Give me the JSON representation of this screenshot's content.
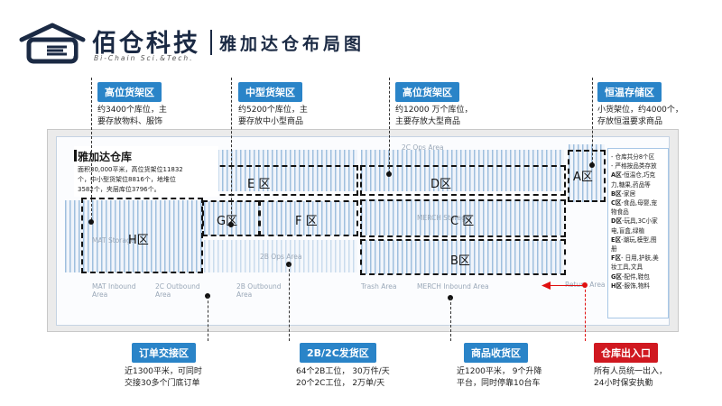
{
  "header": {
    "brand_name": "佰仓科技",
    "brand_sub": "Bi-Chain Sci.&Tech.",
    "page_title": "雅加达仓布局图"
  },
  "top_callouts": [
    {
      "title": "高位货架区",
      "lines": [
        "约3400个库位，主",
        "要存放物料、服饰"
      ]
    },
    {
      "title": "中型货架区",
      "lines": [
        "约5200个库位，主",
        "要存放中小型商品"
      ]
    },
    {
      "title": "高位货架区",
      "lines": [
        "约12000 万个库位，",
        "主要存放大型商品"
      ]
    },
    {
      "title": "恒温存储区",
      "lines": [
        "小货架位，约4000个，",
        "存放恒温要求商品"
      ]
    }
  ],
  "bottom_callouts": [
    {
      "title": "订单交接区",
      "lines": [
        "近1300平米，可同时",
        "交接30多个门底订单"
      ]
    },
    {
      "title": "2B/2C发货区",
      "lines": [
        "64个2B工位，  30万件/天",
        "20个2C工位，  2万单/天"
      ]
    },
    {
      "title": "商品收货区",
      "lines": [
        "近1200平米，  9个升降",
        "平台，同时停靠10台车"
      ]
    },
    {
      "title": "仓库出入口",
      "lines": [
        "所有人员统一出入，",
        "24小时保安执勤"
      ]
    }
  ],
  "warehouse_info": {
    "title": "雅加达仓库",
    "lines": [
      "面积30,000平米，高位货架位11832",
      "个，中小型货架位8816个，地堆位",
      "3582个，夹层库位3796个。"
    ]
  },
  "zones": {
    "A": "A区",
    "B": "B区",
    "C": "C 区",
    "D": "D区",
    "E": "E 区",
    "F": "F 区",
    "G": "G区",
    "H": "H区"
  },
  "floor_labels": {
    "ops_2c": "2C Ops Area",
    "ops_2b": "2B Ops Area",
    "mat_inbound": "MAT Inbound",
    "mat_inbound_2": "Area",
    "outbound_2c": "2C Outbound",
    "outbound_2c_2": "Area",
    "outbound_2b": "2B Outbound",
    "outbound_2b_2": "Area",
    "trash": "Trash Area",
    "merch_inbound": "MERCH Inbound Area",
    "merch_storage": "MERCH Storage",
    "return_area": "Return Area",
    "mat_storage": "MAT Storage"
  },
  "legend": [
    {
      "key": "",
      "text": "- 仓库共分8个区"
    },
    {
      "key": "",
      "text": "- 严格按品类存放"
    },
    {
      "key": "A区",
      "text": "-恒温仓,巧克"
    },
    {
      "key": "",
      "text": "力,糖果,药品等"
    },
    {
      "key": "B区",
      "text": "-家居"
    },
    {
      "key": "C区",
      "text": "-食品,母婴,宠"
    },
    {
      "key": "",
      "text": "物食品"
    },
    {
      "key": "D区",
      "text": "-玩具,3C小家"
    },
    {
      "key": "",
      "text": "电,盲盒,绿植"
    },
    {
      "key": "E区",
      "text": "-潮玩,模型,图"
    },
    {
      "key": "",
      "text": "册"
    },
    {
      "key": "F区",
      "text": "- 日用,护肤,美"
    },
    {
      "key": "",
      "text": "妆工具,文具"
    },
    {
      "key": "G区",
      "text": "-配件,鞋包"
    },
    {
      "key": "H区",
      "text": "-服饰,物料"
    }
  ],
  "colors": {
    "badge_blue": "#2a84c8",
    "badge_red": "#d01820",
    "brand_navy": "#1b2a44",
    "shelf_blue": "#8fb4d8"
  }
}
